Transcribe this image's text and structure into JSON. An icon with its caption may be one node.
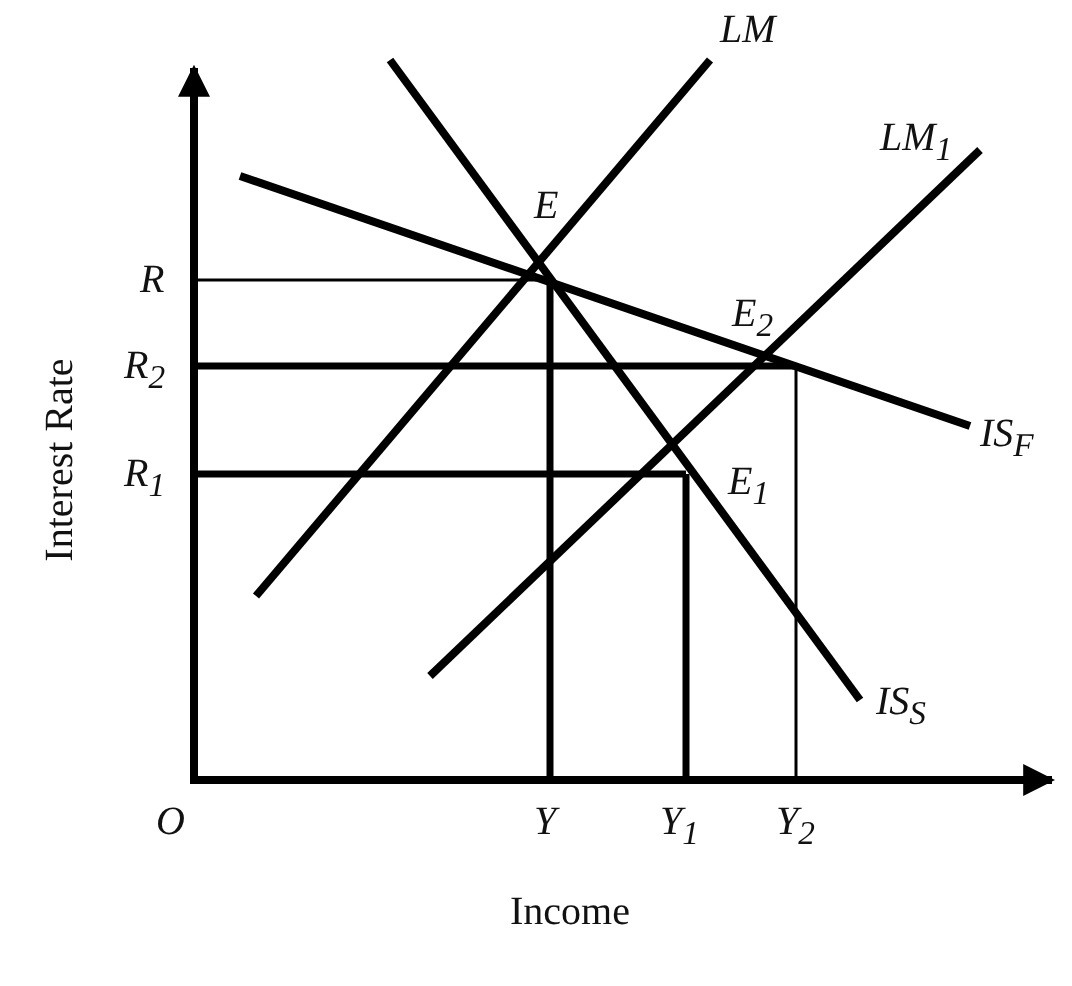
{
  "diagram": {
    "labels": [
      "LM",
      "LM$_{1}$",
      "E",
      "R",
      "E$_{2}$",
      "R$_{2}$",
      "IS$_{F}$",
      "R$_{1}$",
      "E$_{1}$",
      "Interest Rate",
      "IS$_{S}$",
      "O",
      "Y",
      "Y$_{1}$",
      "Y$_{2}$",
      "Income"
    ]
  }
}
